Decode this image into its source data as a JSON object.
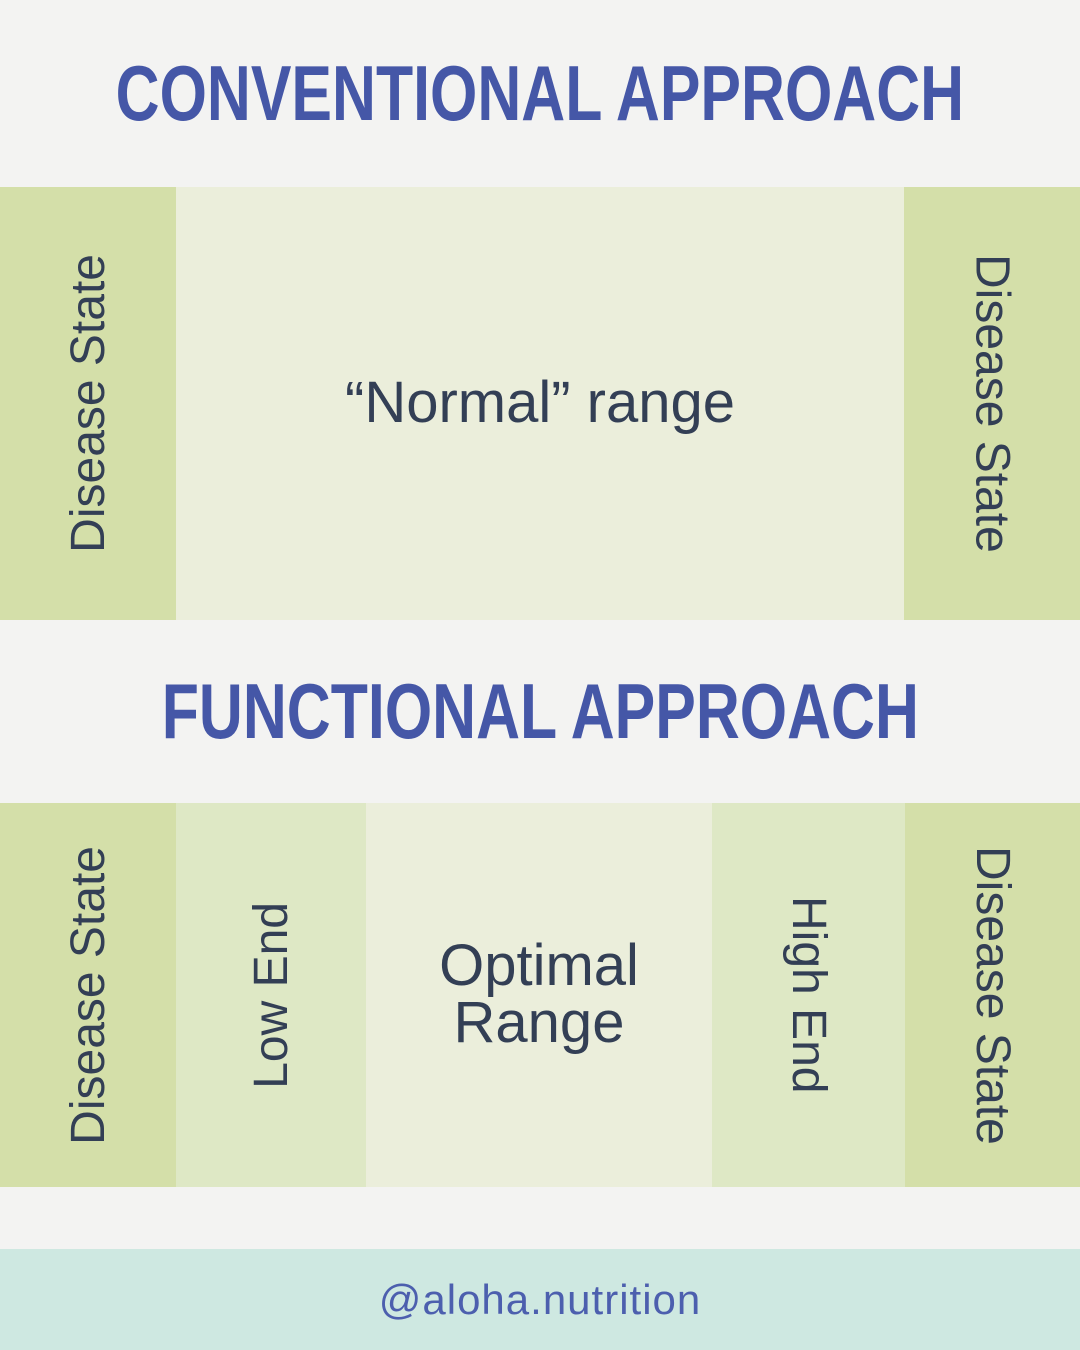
{
  "conventional": {
    "title": "CONVENTIONAL APPROACH",
    "left_label": "Disease State",
    "center_label": "“Normal” range",
    "right_label": "Disease State"
  },
  "functional": {
    "title": "FUNCTIONAL APPROACH",
    "left_label": "Disease State",
    "low_label": "Low End",
    "center_label": "Optimal Range",
    "high_label": "High End",
    "right_label": "Disease State"
  },
  "footer": {
    "handle": "@aloha.nutrition"
  },
  "colors": {
    "bg": "#f3f3f2",
    "green-dark": "#d4dfa9",
    "green-light": "#dee8c5",
    "cream": "#ebeedb",
    "teal": "#cee8e1",
    "title-blue": "#4557a7",
    "handle-blue": "#4c5fae",
    "navy": "#333f55"
  }
}
